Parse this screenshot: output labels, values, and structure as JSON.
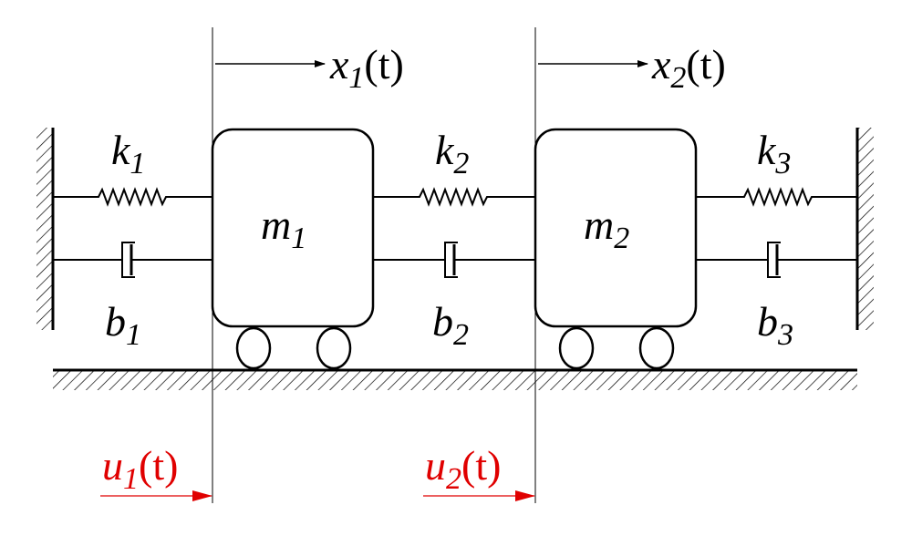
{
  "labels": {
    "x1": {
      "var": "x",
      "sub": "1",
      "arg": "(t)"
    },
    "x2": {
      "var": "x",
      "sub": "2",
      "arg": "(t)"
    },
    "k1": {
      "var": "k",
      "sub": "1"
    },
    "k2": {
      "var": "k",
      "sub": "2"
    },
    "k3": {
      "var": "k",
      "sub": "3"
    },
    "b1": {
      "var": "b",
      "sub": "1"
    },
    "b2": {
      "var": "b",
      "sub": "2"
    },
    "b3": {
      "var": "b",
      "sub": "3"
    },
    "m1": {
      "var": "m",
      "sub": "1"
    },
    "m2": {
      "var": "m",
      "sub": "2"
    },
    "u1": {
      "var": "u",
      "sub": "1",
      "arg": "(t)"
    },
    "u2": {
      "var": "u",
      "sub": "2",
      "arg": "(t)"
    }
  },
  "colors": {
    "ink": "#000000",
    "input": "#e00000"
  }
}
